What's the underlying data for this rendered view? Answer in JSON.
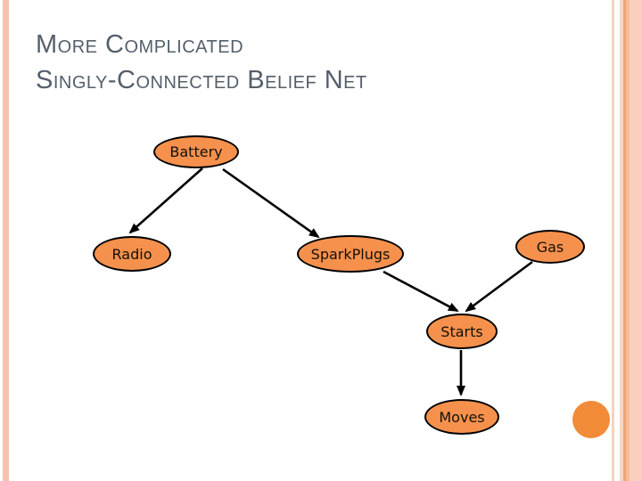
{
  "slide": {
    "title_line1": "More Complicated",
    "title_line2": "Singly-Connected Belief Net",
    "title_color": "#545f6b"
  },
  "diagram": {
    "type": "directed-graph",
    "nodes": [
      {
        "id": "battery",
        "label": "Battery"
      },
      {
        "id": "radio",
        "label": "Radio"
      },
      {
        "id": "sparkplugs",
        "label": "SparkPlugs"
      },
      {
        "id": "gas",
        "label": "Gas"
      },
      {
        "id": "starts",
        "label": "Starts"
      },
      {
        "id": "moves",
        "label": "Moves"
      }
    ],
    "edges": [
      {
        "from": "Battery",
        "to": "Radio"
      },
      {
        "from": "Battery",
        "to": "SparkPlugs"
      },
      {
        "from": "SparkPlugs",
        "to": "Starts"
      },
      {
        "from": "Gas",
        "to": "Starts"
      },
      {
        "from": "Starts",
        "to": "Moves"
      }
    ],
    "node_fill_color": "#f5914d",
    "node_border_color": "#000000",
    "edge_color": "#000000"
  },
  "decor": {
    "accent_circle_color": "#f28b38",
    "left_stripe_color": "#f6c4ad",
    "right_stripe_accent_color": "#eca672"
  }
}
